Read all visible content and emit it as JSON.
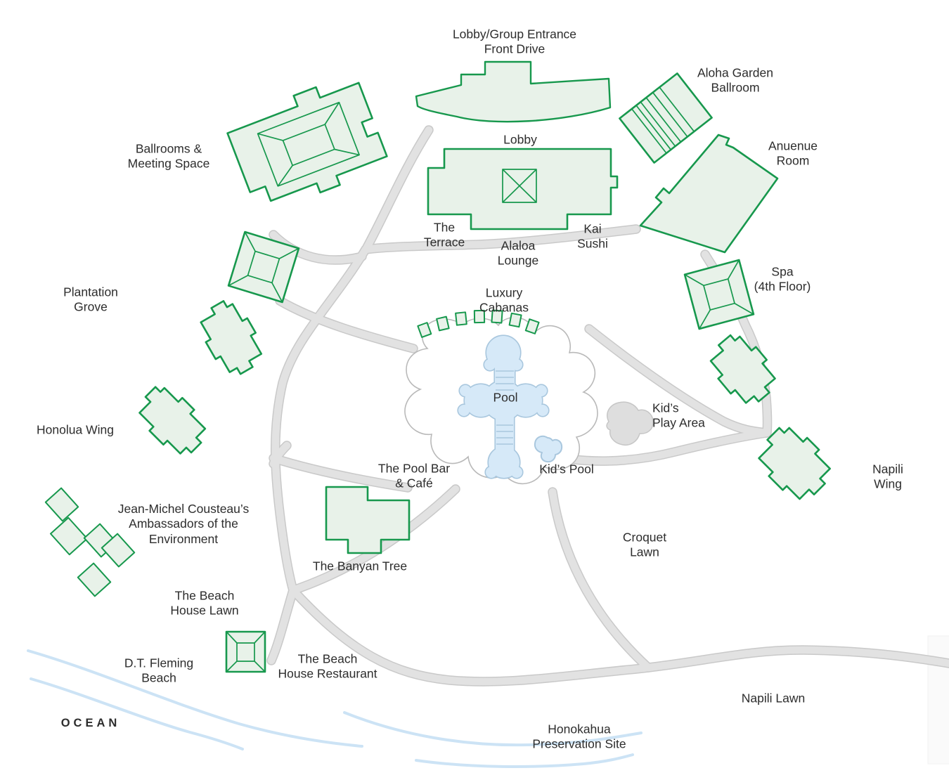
{
  "labels": {
    "lobby_group_entrance": "Lobby/Group Entrance\nFront Drive",
    "aloha_garden_ballroom": "Aloha Garden\nBallroom",
    "ballrooms_meeting": "Ballrooms &\nMeeting Space",
    "lobby": "Lobby",
    "anuenue_room": "Anuenue\nRoom",
    "the_terrace": "The\nTerrace",
    "alaloa_lounge": "Alaloa\nLounge",
    "kai_sushi": "Kai\nSushi",
    "spa": "Spa\n(4th Floor)",
    "plantation_grove": "Plantation\nGrove",
    "luxury_cabanas": "Luxury\nCabanas",
    "pool": "Pool",
    "kids_play_area": "Kid’s\nPlay Area",
    "honolua_wing": "Honolua Wing",
    "napili_wing": "Napili Wing",
    "kids_pool": "Kid’s Pool",
    "pool_bar_cafe": "The Pool Bar\n& Café",
    "cousteau": "Jean-Michel Cousteau’s\nAmbassadors of the\nEnvironment",
    "croquet_lawn": "Croquet\nLawn",
    "banyan_tree": "The Banyan Tree",
    "beach_house_lawn": "The Beach\nHouse Lawn",
    "dt_fleming_beach": "D.T. Fleming\nBeach",
    "beach_house_restaurant": "The Beach\nHouse Restaurant",
    "napili_lawn": "Napili Lawn",
    "ocean": "OCEAN",
    "honokahua": "Honokahua\nPreservation Site"
  },
  "colors": {
    "building_fill": "#e8f2e9",
    "building_stroke": "#17984d",
    "path_fill": "#e2e2e2",
    "path_casing": "#c9c9c9",
    "deck_stroke": "#b9b9b9",
    "water_fill": "#d6e9f8",
    "water_stroke": "#a9c7de",
    "wave": "#cce3f5",
    "play_fill": "#dedede",
    "play_stroke": "#c6c6c6",
    "label": "#2d2d2d",
    "faint": "#fafafa"
  }
}
